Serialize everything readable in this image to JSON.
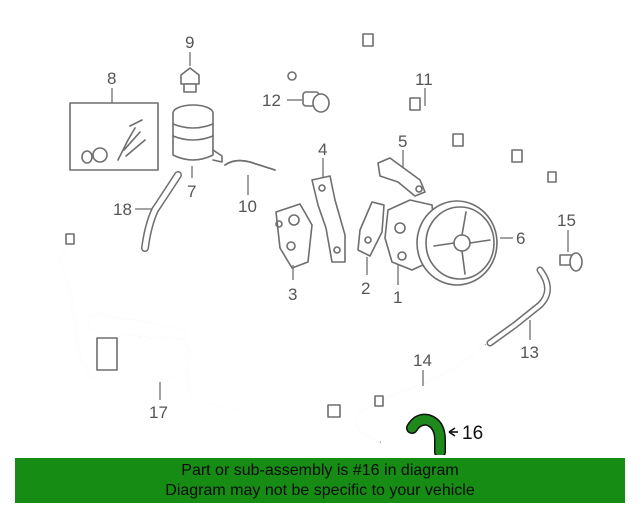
{
  "diagram": {
    "callouts": [
      {
        "id": "1",
        "text": "1"
      },
      {
        "id": "2",
        "text": "2"
      },
      {
        "id": "3",
        "text": "3"
      },
      {
        "id": "4",
        "text": "4"
      },
      {
        "id": "5",
        "text": "5"
      },
      {
        "id": "6",
        "text": "6"
      },
      {
        "id": "7",
        "text": "7"
      },
      {
        "id": "8",
        "text": "8"
      },
      {
        "id": "9",
        "text": "9"
      },
      {
        "id": "10",
        "text": "10"
      },
      {
        "id": "11",
        "text": "11"
      },
      {
        "id": "12",
        "text": "12"
      },
      {
        "id": "13",
        "text": "13"
      },
      {
        "id": "14",
        "text": "14"
      },
      {
        "id": "15",
        "text": "15"
      },
      {
        "id": "16",
        "text": "16"
      },
      {
        "id": "17",
        "text": "17"
      },
      {
        "id": "18",
        "text": "18"
      }
    ],
    "highlight_color": "#1e8a1c",
    "line_color": "#6e6e6e"
  },
  "banner": {
    "line1": "Part or sub-assembly is #16 in diagram",
    "line2": "Diagram may not be specific to your vehicle",
    "background": "#168c15"
  }
}
